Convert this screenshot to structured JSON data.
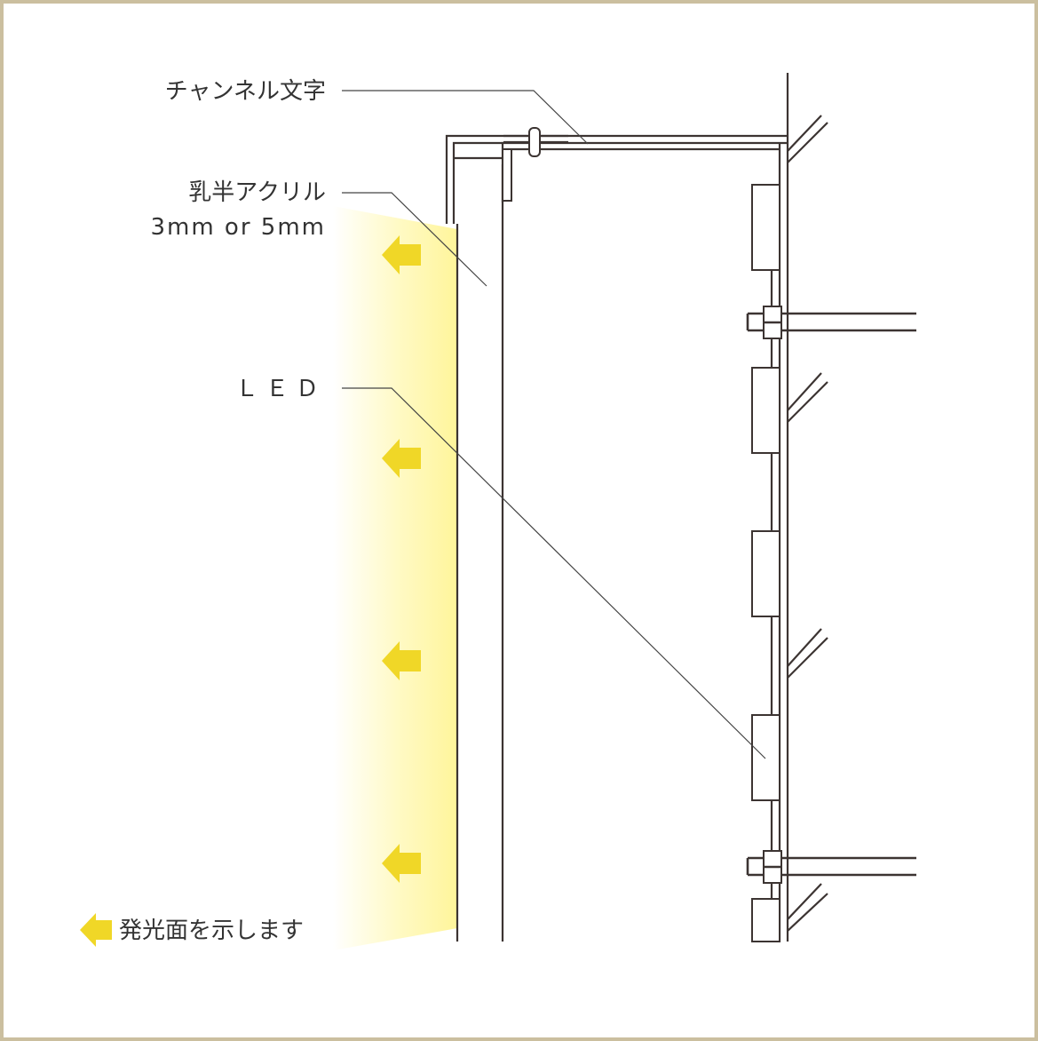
{
  "labels": {
    "channel_letter": "チャンネル文字",
    "acrylic_line1": "乳半アクリル",
    "acrylic_line2": "3mm or 5mm",
    "led": "ＬＥＤ",
    "legend": "発光面を示します"
  },
  "colors": {
    "frame_border": "#cbbf9f",
    "glow": "#fff7a8",
    "arrow": "#f0d727",
    "line": "#3c3432",
    "text": "#333333"
  },
  "icons": {
    "emission_arrow": "left-arrow-icon"
  }
}
